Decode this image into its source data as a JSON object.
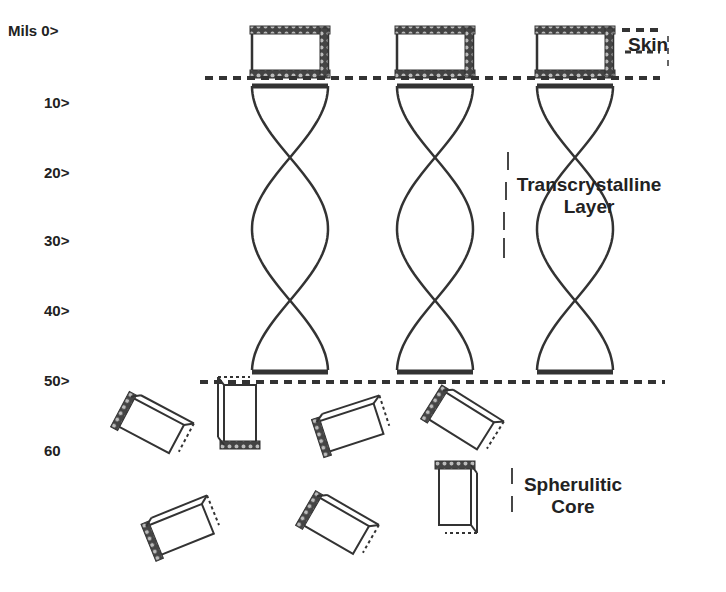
{
  "diagram": {
    "labels": [
      "Mils 0>",
      "10>",
      "20>",
      "30>",
      "40>",
      "50>",
      "60",
      "Skin",
      "Transcrystalline Layer",
      "Spherulitic Core"
    ]
  }
}
